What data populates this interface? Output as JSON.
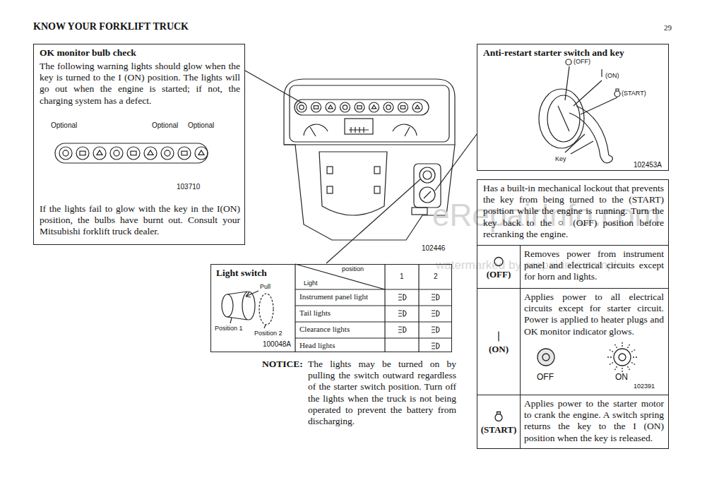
{
  "diagram": {
    "title": "KNOW YOUR FORKLIFT TRUCK",
    "nodes": [
      {
        "text": [
          "OK monitor bulb check",
          "The following warning lights should glow when the key is turned to the I (ON) position. The lights will go out when the engine is started; if not, the charging system has a defect.",
          "If the lights fail to glow with the key in the I(ON) position, the bulbs have burnt out. Consult your Mitsubishi forklift truck dealer."
        ]
      },
      {
        "text": [
          "Anti-restart starter switch and key"
        ]
      },
      {
        "text": [
          "Has a built-in mechanical lockout that prevents the key from being turned to the (START) position while the engine is running. Turn the key back to the ○ (OFF) position before recranking the engine."
        ]
      },
      {
        "text": [
          "(OFF)",
          "Removes power from instrument panel and electrical circuits except for horn and lights."
        ],
        "in": 2
      },
      {
        "text": [
          "(ON)",
          "Applies power to all electrical circuits except for starter circuit. Power is applied to heater plugs and OK monitor indicator glows."
        ],
        "in": 2
      },
      {
        "text": [
          "(START)",
          "Applies power to the starter motor to crank the engine. A switch spring returns the key to the I (ON) position when the key is released."
        ],
        "in": 2
      },
      {
        "text": [
          "Light switch"
        ]
      }
    ],
    "labels": [
      "29",
      "Optional",
      "Optional",
      "Optional",
      "103710",
      "102446",
      "(OFF)",
      "(ON)",
      "(START)",
      "Key",
      "102453A",
      "OFF",
      "ON",
      "102391",
      "Pull",
      "Position 1",
      "Position 2",
      "100048A",
      "position",
      "Light",
      "1",
      "2",
      "Instrument panel light",
      "Tail lights",
      "Clearance lights",
      "Head lights",
      "NOTICE:",
      "The lights may be turned on by pulling the switch outward regardless of the starter switch position. Turn off the lights when the truck is not being operated to prevent the battery from discharging.",
      "eRepairInfo.com",
      "watermarked by erepairinfo sample"
    ]
  }
}
